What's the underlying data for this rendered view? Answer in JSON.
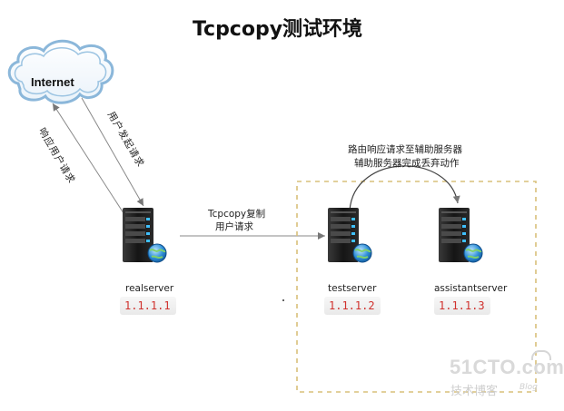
{
  "title": "Tcpcopy测试环境",
  "cloud": {
    "label": "Internet"
  },
  "arrows": {
    "user_request": "用户发起请求",
    "response": "响应用户请求",
    "tcpcopy_line1": "Tcpcopy复制",
    "tcpcopy_line2": "用户请求",
    "route_line1": "路由响应请求至辅助服务器",
    "route_line2": "辅助服务器完成丢弃动作"
  },
  "servers": [
    {
      "name": "realserver",
      "ip": "1.1.1.1"
    },
    {
      "name": "testserver",
      "ip": "1.1.1.2"
    },
    {
      "name": "assistantserver",
      "ip": "1.1.1.3"
    }
  ],
  "watermark": {
    "site": "51CTO.com",
    "blog_cn": "技术博客",
    "blog_en": "Blog"
  },
  "colors": {
    "ip_text": "#d0312d",
    "dashed_box": "#d8c07a",
    "cloud_stroke": "#6aa0c8",
    "arrow": "#888888",
    "server_body": "#1e1e1e"
  }
}
